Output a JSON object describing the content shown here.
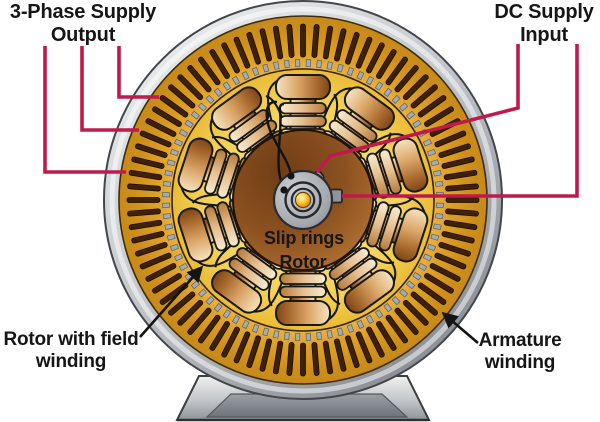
{
  "labels": {
    "three_phase": {
      "line1": "3-Phase Supply",
      "line2": "Output"
    },
    "dc_supply": {
      "line1": "DC Supply",
      "line2": "Input"
    },
    "slip_rings": "Slip rings",
    "rotor": "Rotor",
    "rotor_field": {
      "line1": "Rotor with field",
      "line2": "winding"
    },
    "armature": {
      "line1": "Armature",
      "line2": "winding"
    }
  },
  "colors": {
    "leader_line_crimson": "#C01A4D",
    "label_text": "#161616",
    "stator_gold": "#D79E2B",
    "rotor_yellow": "#F6DA6E",
    "copper_pole": "#C98A4A",
    "frame_silver": "#B9BDC1",
    "slot_brown": "#3F2008"
  }
}
